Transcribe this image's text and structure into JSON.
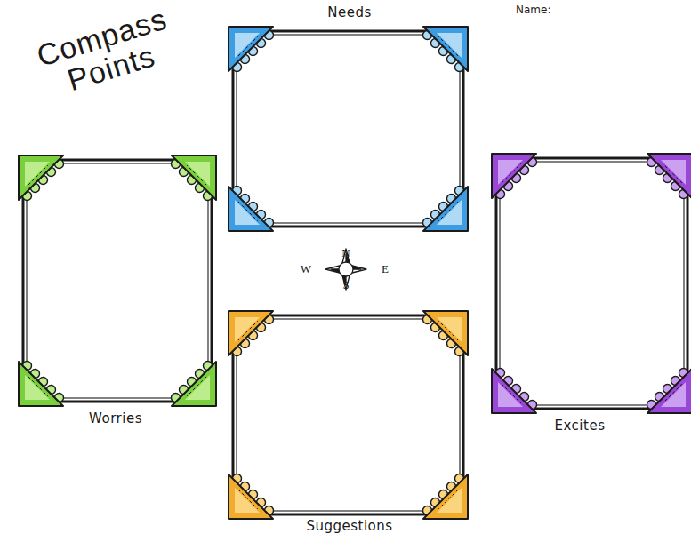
{
  "diagram": {
    "title": "Compass Points",
    "nodes": [
      {
        "text": [
          "Needs"
        ]
      },
      {
        "text": [
          "Worries"
        ]
      },
      {
        "text": [
          "Excites"
        ]
      },
      {
        "text": [
          "Suggestions"
        ]
      }
    ],
    "labels": [
      "Name:",
      "N",
      "W",
      "E",
      "S"
    ]
  }
}
